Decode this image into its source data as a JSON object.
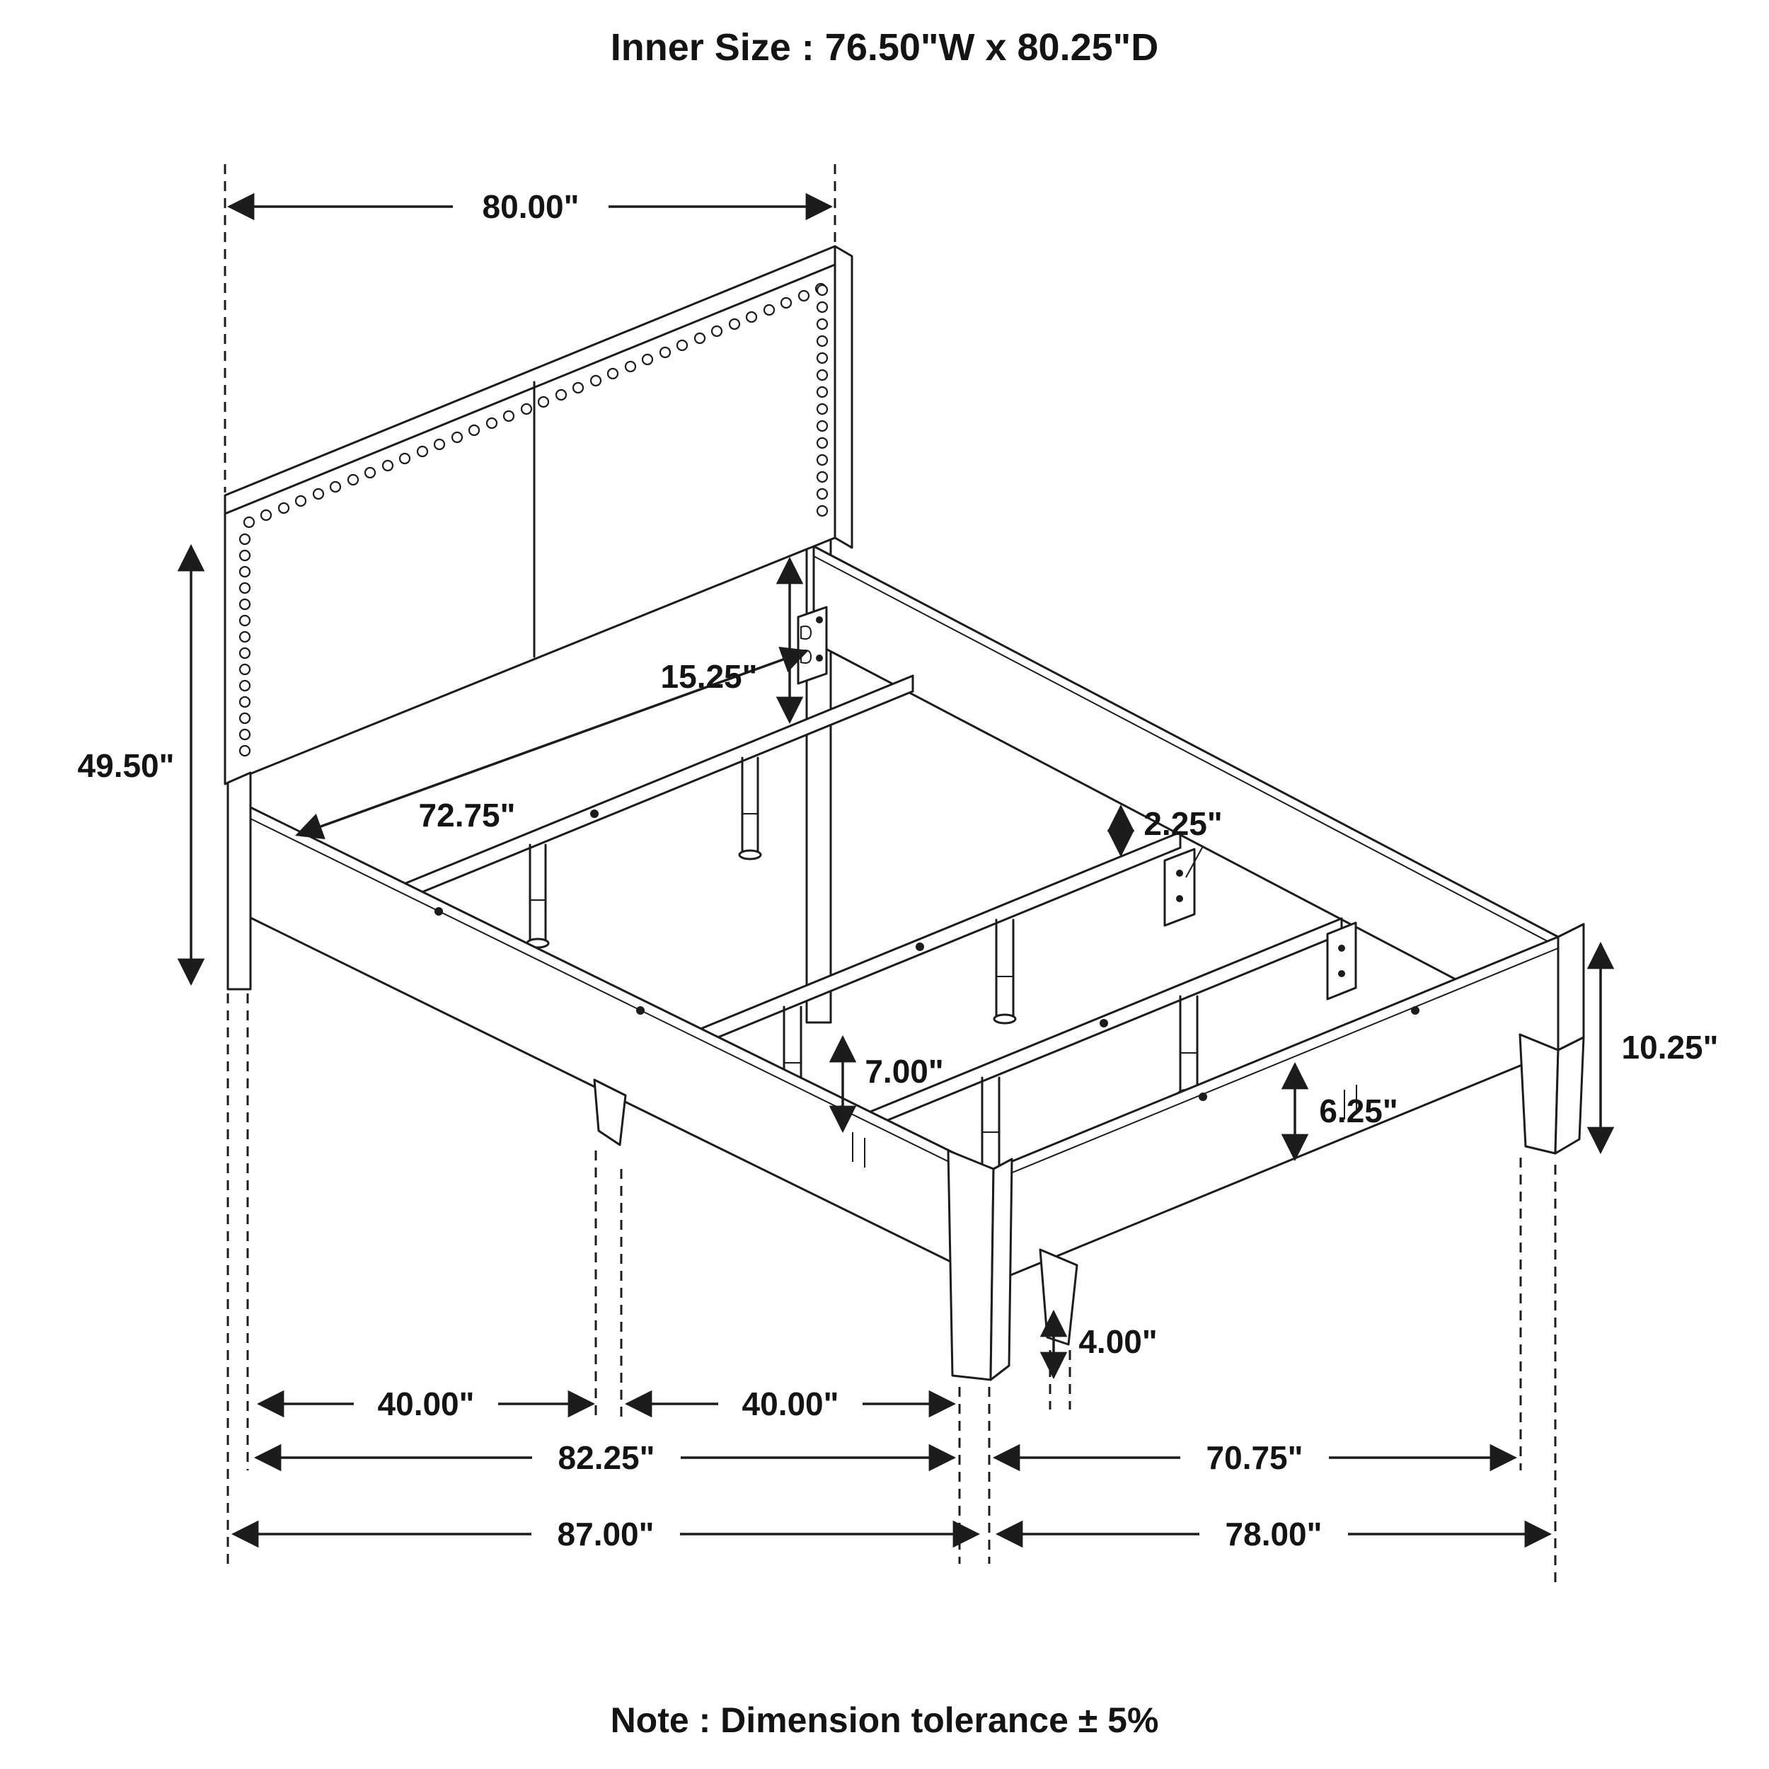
{
  "title": "Inner Size : 76.50\"W x 80.25\"D",
  "note": "Note : Dimension tolerance ± 5%",
  "units": "inches",
  "dims": {
    "headboard_width": "80.00\"",
    "headboard_height": "49.50\"",
    "slat_rail_length": "72.75\"",
    "panel_to_rail_drop": "15.25\"",
    "slat_rail_thickness_gap": "2.25\"",
    "support_leg_height": "7.00\"",
    "footboard_board_height": "6.25\"",
    "frame_side_height": "10.25\"",
    "foot_leg_height": "4.00\"",
    "leg_spacing_front_a": "40.00\"",
    "leg_spacing_front_b": "40.00\"",
    "frame_length_inner": "82.25\"",
    "footboard_inner_span": "70.75\"",
    "overall_depth": "87.00\"",
    "overall_width_foot": "78.00\""
  }
}
